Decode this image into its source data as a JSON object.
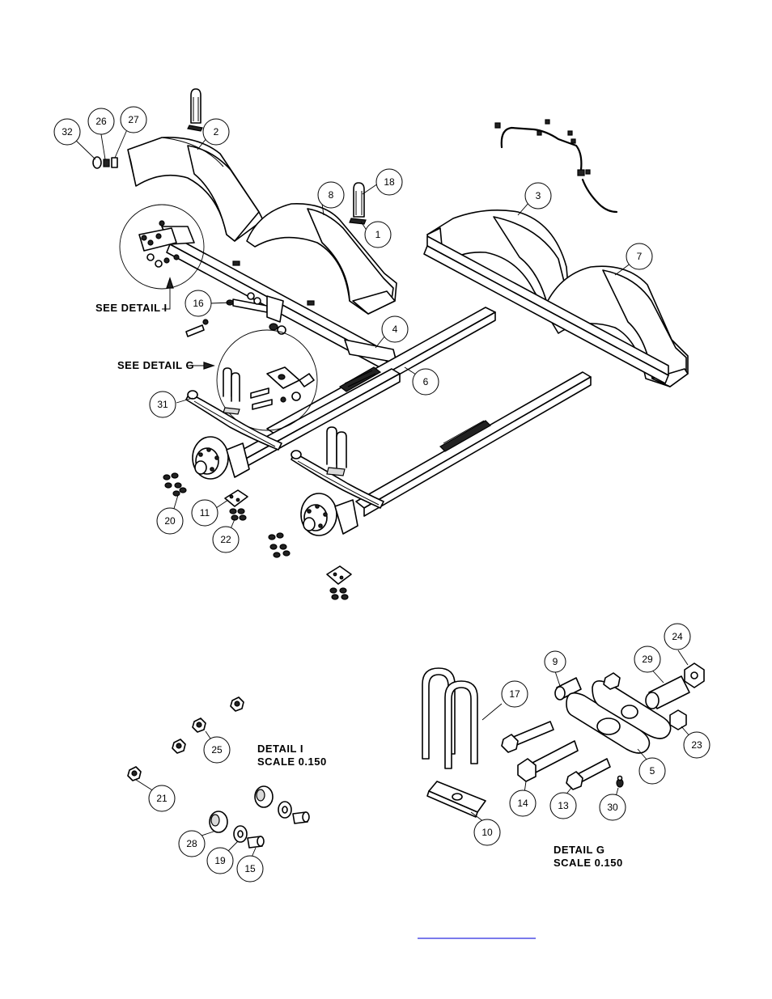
{
  "callouts": {
    "see_detail_i": "SEE DETAIL  I",
    "see_detail_g": "SEE DETAIL  G"
  },
  "detail_i": {
    "title": "DETAIL  I",
    "scale": "SCALE  0.150"
  },
  "detail_g": {
    "title": "DETAIL  G",
    "scale": "SCALE  0.150"
  },
  "balloons": {
    "b32": "32",
    "b26": "26",
    "b27": "27",
    "b2": "2",
    "b8": "8",
    "b18": "18",
    "b1": "1",
    "b3": "3",
    "b7": "7",
    "b16": "16",
    "b4": "4",
    "b6": "6",
    "b31": "31",
    "b20": "20",
    "b11": "11",
    "b22": "22",
    "b25": "25",
    "b21": "21",
    "b28": "28",
    "b19": "19",
    "b15": "15",
    "b9": "9",
    "b29": "29",
    "b24": "24",
    "b17": "17",
    "b23": "23",
    "b5": "5",
    "b14": "14",
    "b13": "13",
    "b30": "30",
    "b10": "10"
  },
  "colors": {
    "line": "#000000",
    "rule": "#2a2ae0"
  }
}
